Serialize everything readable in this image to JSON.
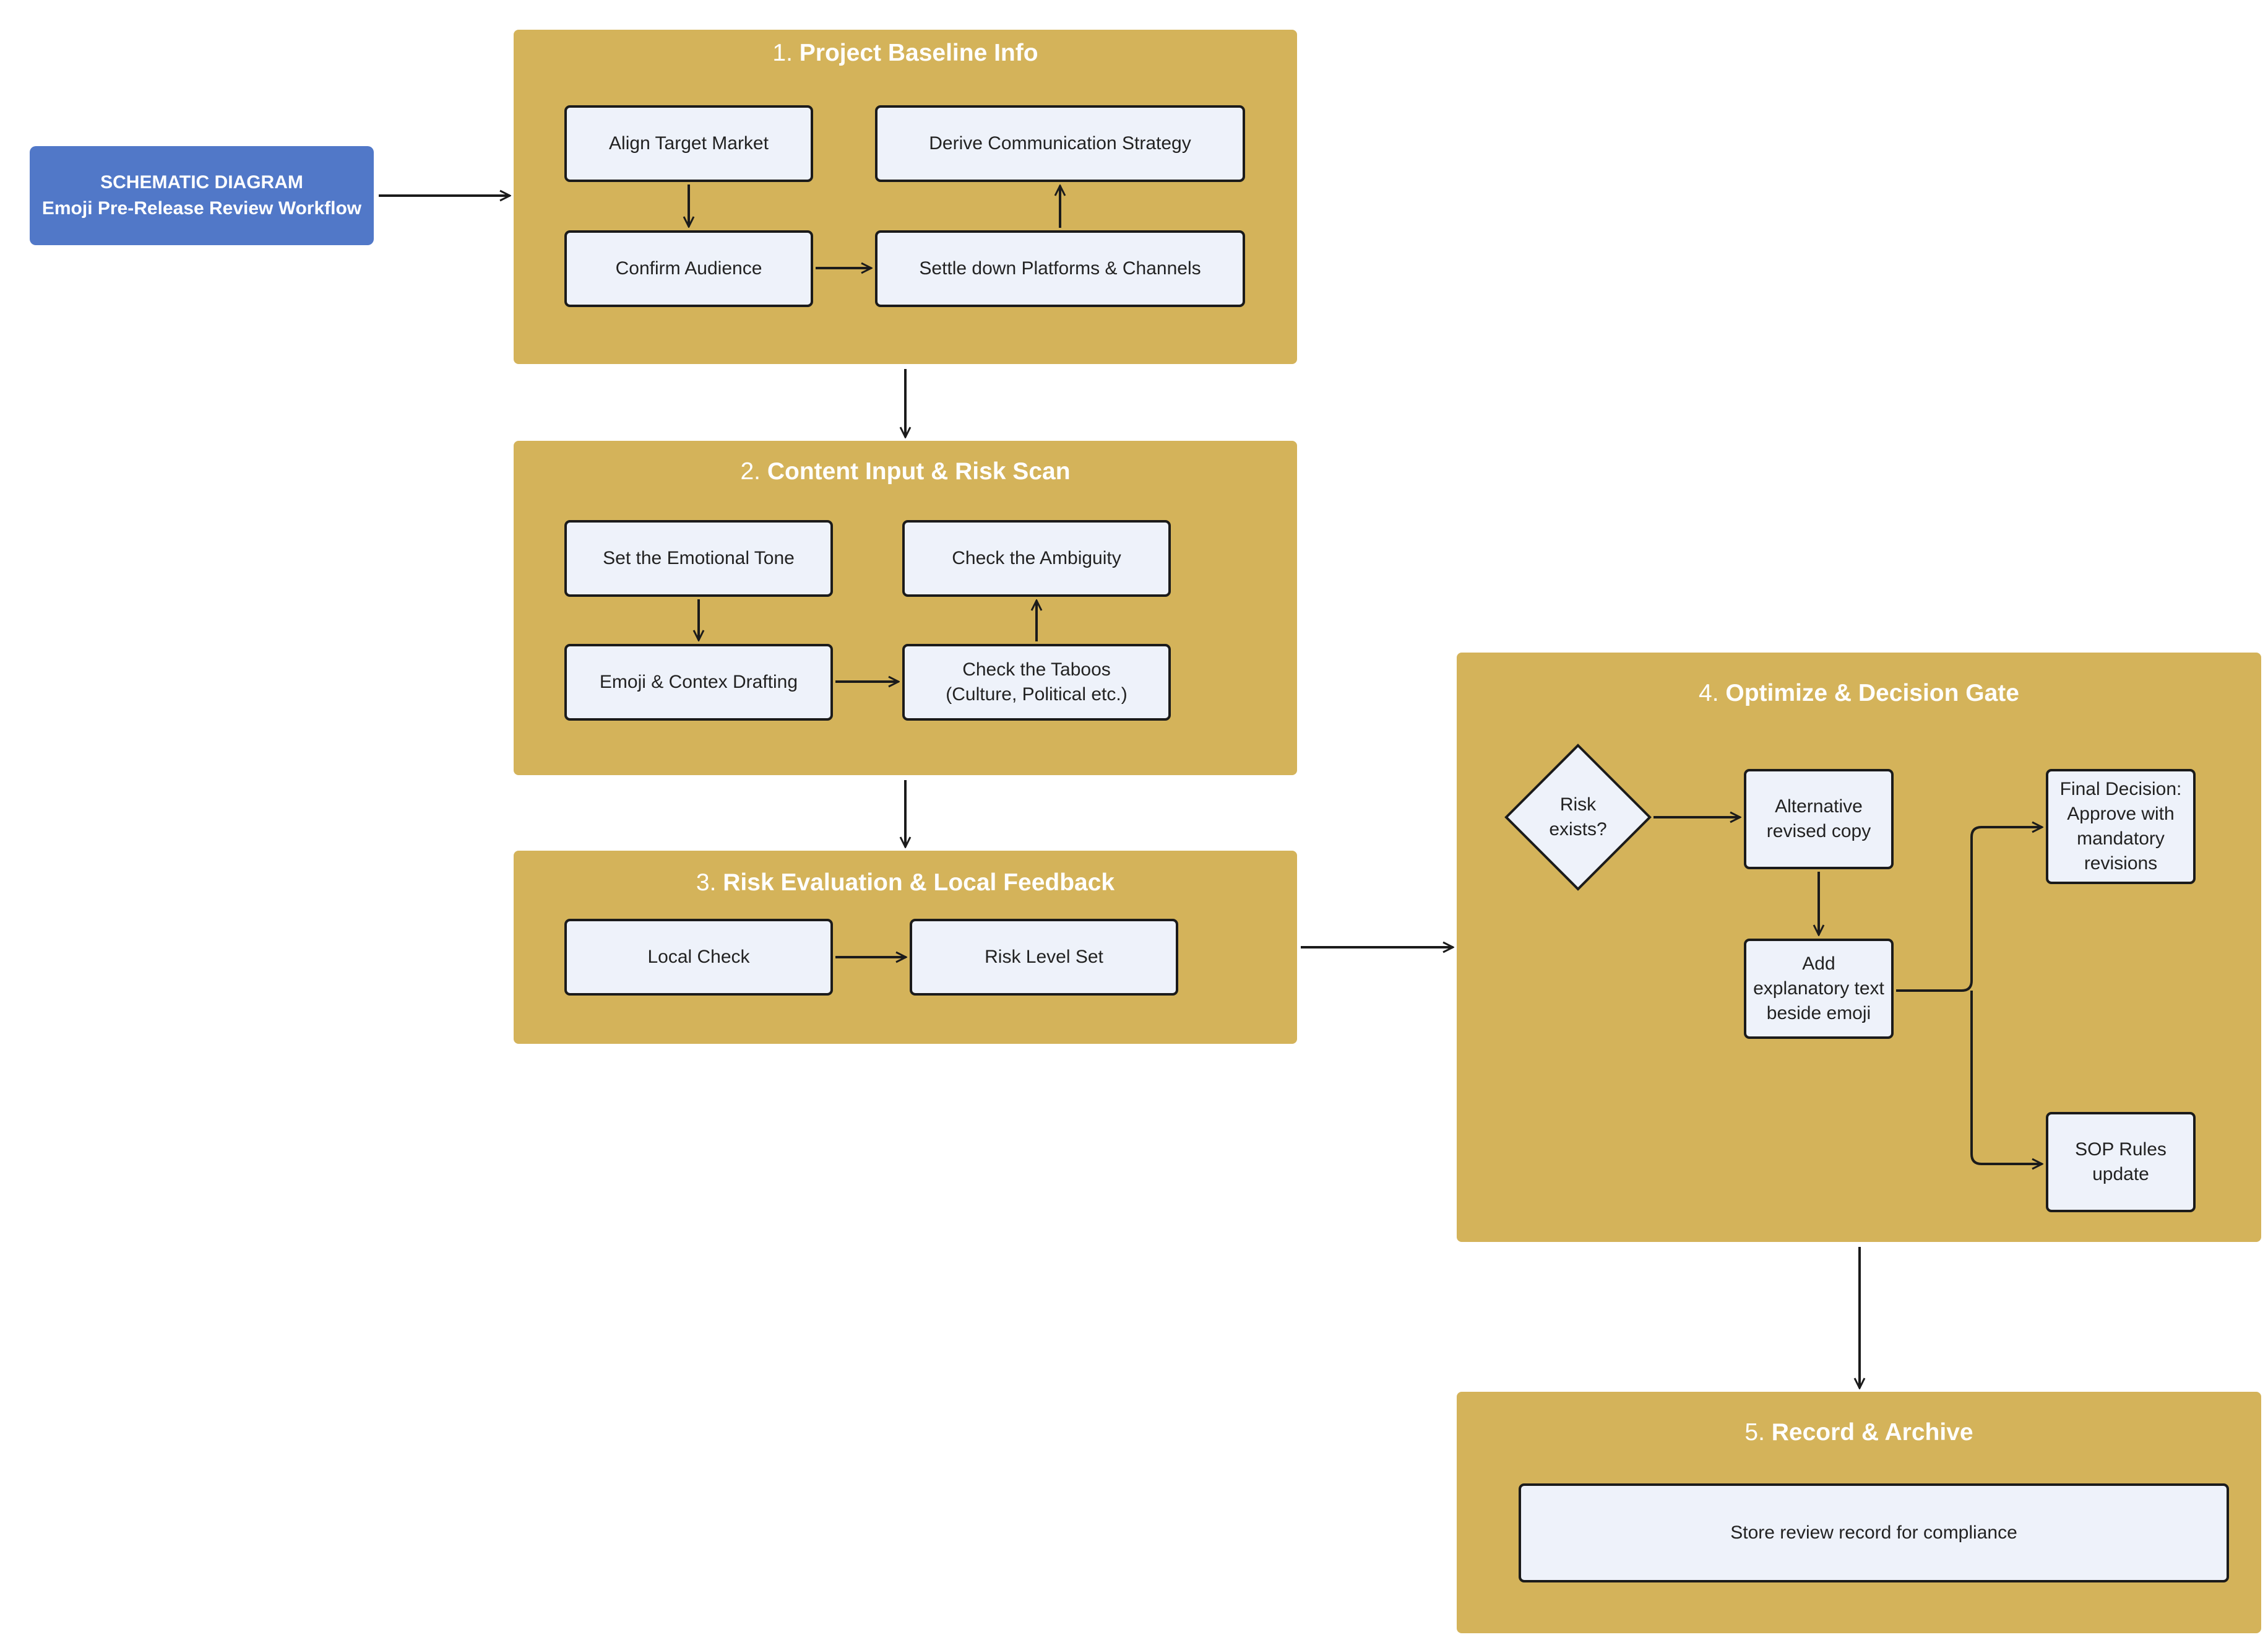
{
  "title_card": {
    "line1": "SCHEMATIC DIAGRAM",
    "line2": "Emoji Pre-Release Review Workflow"
  },
  "groups": [
    {
      "number": "1.",
      "title": "Project Baseline Info",
      "nodes": [
        "Align Target Market",
        "Derive Communication Strategy",
        "Confirm Audience",
        "Settle down Platforms & Channels"
      ]
    },
    {
      "number": "2.",
      "title": "Content Input & Risk Scan",
      "nodes": [
        "Set the Emotional Tone",
        "Check the Ambiguity",
        "Emoji & Contex Drafting",
        "Check the Taboos\n(Culture, Political etc.)"
      ]
    },
    {
      "number": "3.",
      "title": "Risk Evaluation & Local Feedback",
      "nodes": [
        "Local Check",
        "Risk Level Set"
      ]
    },
    {
      "number": "4.",
      "title": "Optimize & Decision Gate",
      "decision": "Risk\nexists?",
      "nodes": [
        "Alternative\nrevised copy",
        "Add\nexplanatory text\nbeside emoji",
        "Final Decision:\nApprove with\nmandatory\nrevisions",
        "SOP Rules\nupdate"
      ]
    },
    {
      "number": "5.",
      "title": "Record & Archive",
      "nodes": [
        "Store review record for compliance"
      ]
    }
  ],
  "colors": {
    "group_fill": "#d4b35a",
    "node_fill": "#eef2fa",
    "title_card_fill": "#5178c8",
    "stroke": "#1b1b1b"
  }
}
